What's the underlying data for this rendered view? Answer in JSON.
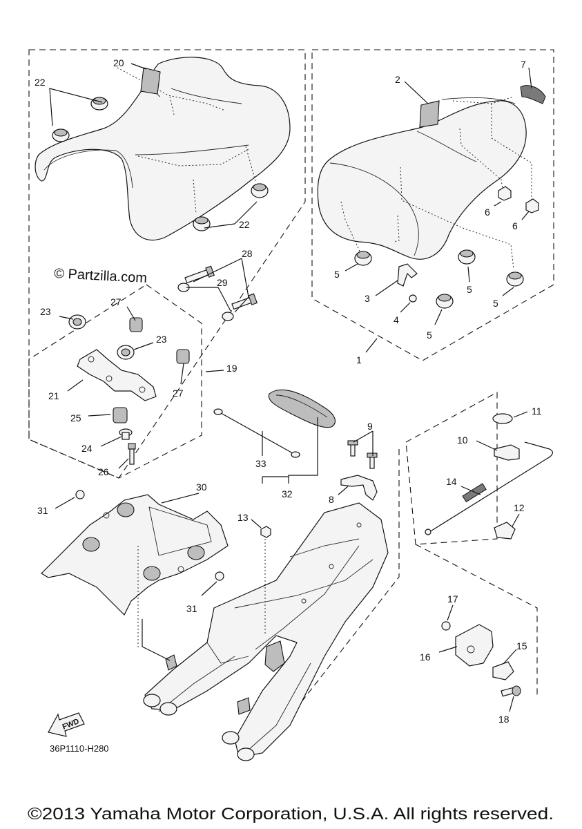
{
  "watermark": "© Partzilla.com",
  "diagram_code": "36P1110-H280",
  "fwd_label": "FWD",
  "copyright": "©2013 Yamaha Motor Corporation, U.S.A. All rights reserved.",
  "callouts": {
    "c1": "1",
    "c2": "2",
    "c3": "3",
    "c4": "4",
    "c5a": "5",
    "c5b": "5",
    "c5c": "5",
    "c5d": "5",
    "c6a": "6",
    "c6b": "6",
    "c7": "7",
    "c8": "8",
    "c9": "9",
    "c10": "10",
    "c11": "11",
    "c12": "12",
    "c13": "13",
    "c14": "14",
    "c15": "15",
    "c16": "16",
    "c17": "17",
    "c18": "18",
    "c19": "19",
    "c20": "20",
    "c21": "21",
    "c22a": "22",
    "c22b": "22",
    "c23a": "23",
    "c23b": "23",
    "c24": "24",
    "c25": "25",
    "c26": "26",
    "c27a": "27",
    "c27b": "27",
    "c28": "28",
    "c29": "29",
    "c30": "30",
    "c31a": "31",
    "c31b": "31",
    "c32": "32",
    "c33": "33"
  }
}
